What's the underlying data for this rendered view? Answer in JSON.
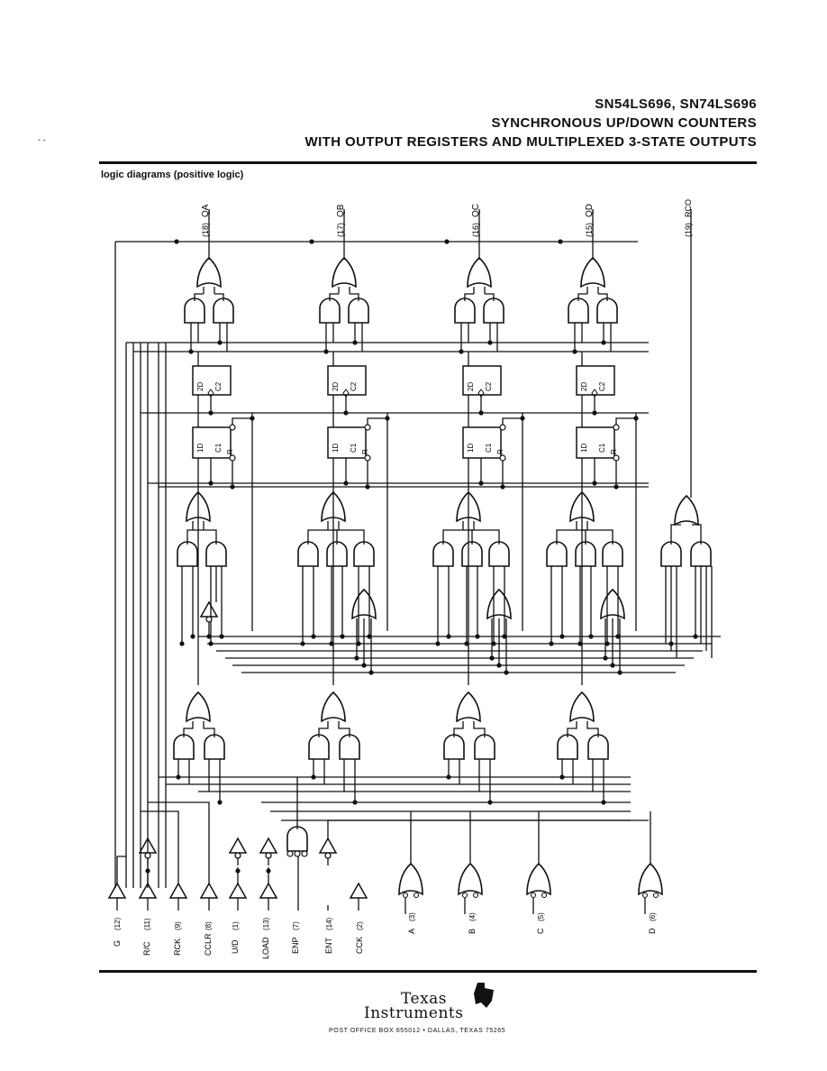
{
  "header": {
    "line1": "SN54LS696, SN74LS696",
    "line2": "SYNCHRONOUS UP/DOWN COUNTERS",
    "line3": "WITH OUTPUT REGISTERS AND MULTIPLEXED 3-STATE OUTPUTS"
  },
  "section_title": "logic diagrams (positive logic)",
  "stray_mark": "- -",
  "outputs": [
    {
      "pin": "(18)",
      "label": "QA"
    },
    {
      "pin": "(17)",
      "label": "QB"
    },
    {
      "pin": "(16)",
      "label": "QC"
    },
    {
      "pin": "(15)",
      "label": "QD"
    },
    {
      "pin": "(19)",
      "label": "RCO"
    }
  ],
  "cell_labels": {
    "reg_d": "2D",
    "reg_c": "C2",
    "cnt_d": "1D",
    "cnt_c": "C1",
    "cnt_r": "R"
  },
  "inputs": [
    {
      "pin": "(12)",
      "label": "G"
    },
    {
      "pin": "(11)",
      "label": "R/C"
    },
    {
      "pin": "(9)",
      "label": "RCK"
    },
    {
      "pin": "(8)",
      "label": "CCLR"
    },
    {
      "pin": "(1)",
      "label": "U/D"
    },
    {
      "pin": "(13)",
      "label": "LOAD"
    },
    {
      "pin": "(7)",
      "label": "ENP"
    },
    {
      "pin": "(14)",
      "label": "ENT"
    },
    {
      "pin": "(2)",
      "label": "CCK"
    },
    {
      "pin": "(3)",
      "label": "A"
    },
    {
      "pin": "(4)",
      "label": "B"
    },
    {
      "pin": "(5)",
      "label": "C"
    },
    {
      "pin": "(6)",
      "label": "D"
    }
  ],
  "footer": {
    "logo_line1": "Texas",
    "logo_line2": "Instruments",
    "address": "POST OFFICE BOX 655012 • DALLAS, TEXAS 75265"
  }
}
